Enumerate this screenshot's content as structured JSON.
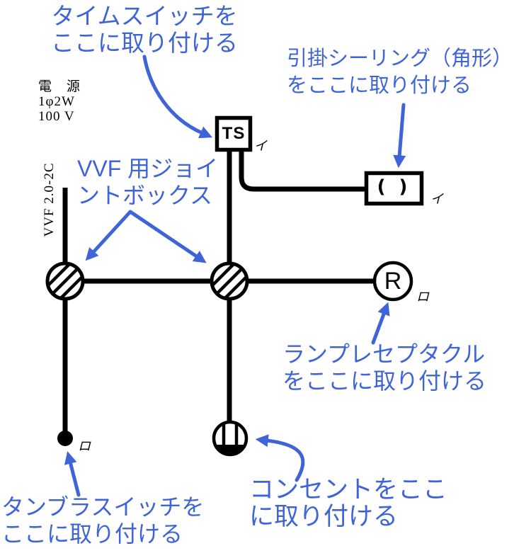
{
  "colors": {
    "annotation_blue": "#3E64D8",
    "diagram_black": "#000000",
    "background": "#FFFFFF"
  },
  "power_source": {
    "line1": "電　源",
    "line2": "1φ2W",
    "line3": "100 V"
  },
  "cable_label": "VVF 2.0-2C",
  "components": {
    "time_switch": {
      "symbol": "TS",
      "circuit": "イ"
    },
    "ceiling_light": {
      "symbol": "( )",
      "circuit": "イ"
    },
    "lamp_receptacle": {
      "symbol": "R",
      "circuit": "ロ"
    },
    "tumbler_switch": {
      "circuit": "ロ"
    }
  },
  "annotations": {
    "time_switch": {
      "line1": "タイムスイッチを",
      "line2": "ここに取り付ける"
    },
    "ceiling_light": {
      "line1": "引掛シーリング（角形）",
      "line2": "をここに取り付ける"
    },
    "junction_box": {
      "line1": "VVF 用ジョイ",
      "line2": "ントボックス"
    },
    "lamp_receptacle": {
      "line1": "ランプレセプタクル",
      "line2": "をここに取り付ける"
    },
    "outlet": {
      "line1": "コンセントをここ",
      "line2": "に取り付ける"
    },
    "tumbler_switch": {
      "line1": "タンブラスイッチを",
      "line2": "ここに取り付ける"
    }
  }
}
